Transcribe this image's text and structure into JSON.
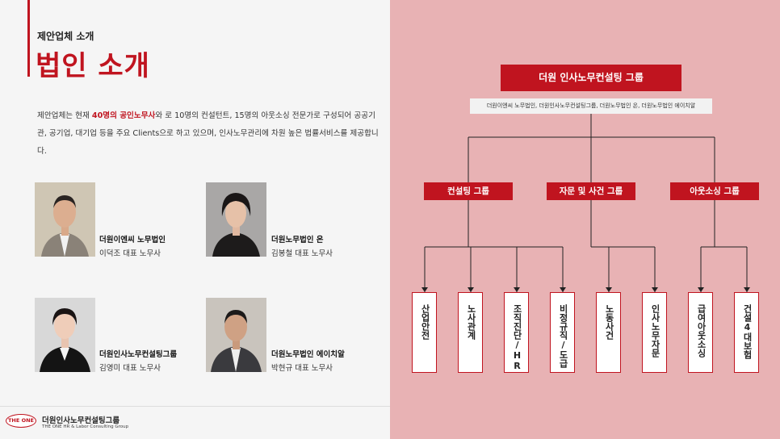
{
  "header": {
    "eyebrow": "제안업체 소개",
    "title": "법인 소개"
  },
  "intro": {
    "pre": "제안업체는 현재 ",
    "highlight": "40명의 공인노무사",
    "post": "와 로 10명의 컨설턴트, 15명의 아웃소싱 전문가로 구성되어 공공기관, 공기업, 대기업 등을 주요 Clients으로 하고 있으며, 인사노무관리에 차원 높은 법률서비스를 제공합니다."
  },
  "people": [
    {
      "firm": "더원이엔씨 노무법인",
      "name": "이덕조 대표 노무사"
    },
    {
      "firm": "더원노무법인 온",
      "name": "김봉철 대표 노무사"
    },
    {
      "firm": "더원인사노무컨설팅그룹",
      "name": "김영미 대표 노무사"
    },
    {
      "firm": "더원노무법인 에이치알",
      "name": "박현규 대표 노무사"
    }
  ],
  "footer": {
    "logo_text": "THE ONE",
    "company": "더원인사노무컨설팅그룹",
    "company_en": "THE ONE HR & Labor Consulting Group"
  },
  "org": {
    "root": "더원 인사노무컨설팅 그룹",
    "root_sub": "더원이엔씨 노무법인, 더원인사노무컨설팅그룹, 더원노무법인 온, 더원노무법인 에이치알",
    "groups": [
      "컨설팅 그룹",
      "자문 및 사건 그룹",
      "아웃소싱 그룹"
    ],
    "leaves": [
      "산업안전",
      "노사관계",
      "조직진단/HR",
      "비정규직/도급",
      "노동사건",
      "인사노무자문",
      "급여아웃소싱",
      "건설4대보험"
    ]
  },
  "colors": {
    "accent": "#c0141f",
    "panel": "#e8b2b4"
  }
}
